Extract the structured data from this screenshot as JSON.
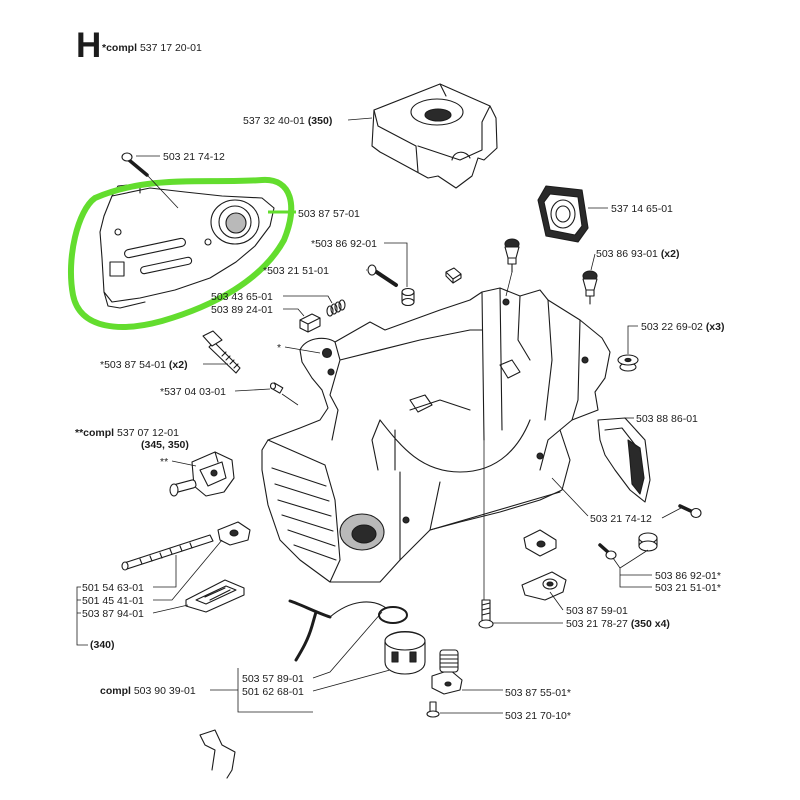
{
  "header": {
    "letter": "H",
    "prefix": "*compl",
    "number": "537 17 20-01"
  },
  "labels": {
    "cylinder_cover": {
      "number": "537 32 40-01",
      "qty": "(350)"
    },
    "screw_top": {
      "number": "503 21 74-12"
    },
    "chain_guard": {
      "number": "503 87 57-01"
    },
    "filter_gasket": {
      "number": "537 14 65-01"
    },
    "bolt_upper": {
      "number": "*503 86 92-01"
    },
    "buffer": {
      "number": "503 86 93-01",
      "qty": "(x2)"
    },
    "screw_upper": {
      "number": "*503 21 51-01"
    },
    "stud": {
      "number": "503 43 65-01"
    },
    "spring": {
      "number": "503 89 24-01"
    },
    "grommet": {
      "number": "503 22 69-02",
      "qty": "(x3)"
    },
    "body_mark": {
      "text": "*"
    },
    "chain_stud": {
      "number": "*503 87 54-01",
      "qty": "(x2)"
    },
    "pin": {
      "number": "*537 04 03-01"
    },
    "tensioner": {
      "prefix": "**compl",
      "number": "537 07 12-01",
      "models": "(345, 350)",
      "mark": "**"
    },
    "guard_plate": {
      "number": "503 88 86-01"
    },
    "screw_right": {
      "number": "503 21 74-12"
    },
    "bolt_lower": {
      "number": "503 86 92-01*"
    },
    "screw_lower": {
      "number": "503 21 51-01*"
    },
    "group_340": {
      "items": [
        "501 54 63-01",
        "501 45 41-01",
        "503 87 94-01"
      ],
      "model": "(340)"
    },
    "clip": {
      "number": "503 87 59-01"
    },
    "screw_bottom": {
      "number": "503 21 78-27",
      "qty": "(350 x4)"
    },
    "tank_cap": {
      "prefix": "compl",
      "number": "503 90 39-01",
      "items": [
        "503 57 89-01",
        "501 62 68-01"
      ]
    },
    "bracket_bottom": {
      "number": "503 87 55-01*"
    },
    "screw_base": {
      "number": "503 21 70-10*"
    }
  },
  "colors": {
    "highlight": "#63dd2e",
    "ink": "#1c1c1c",
    "background": "#ffffff"
  }
}
